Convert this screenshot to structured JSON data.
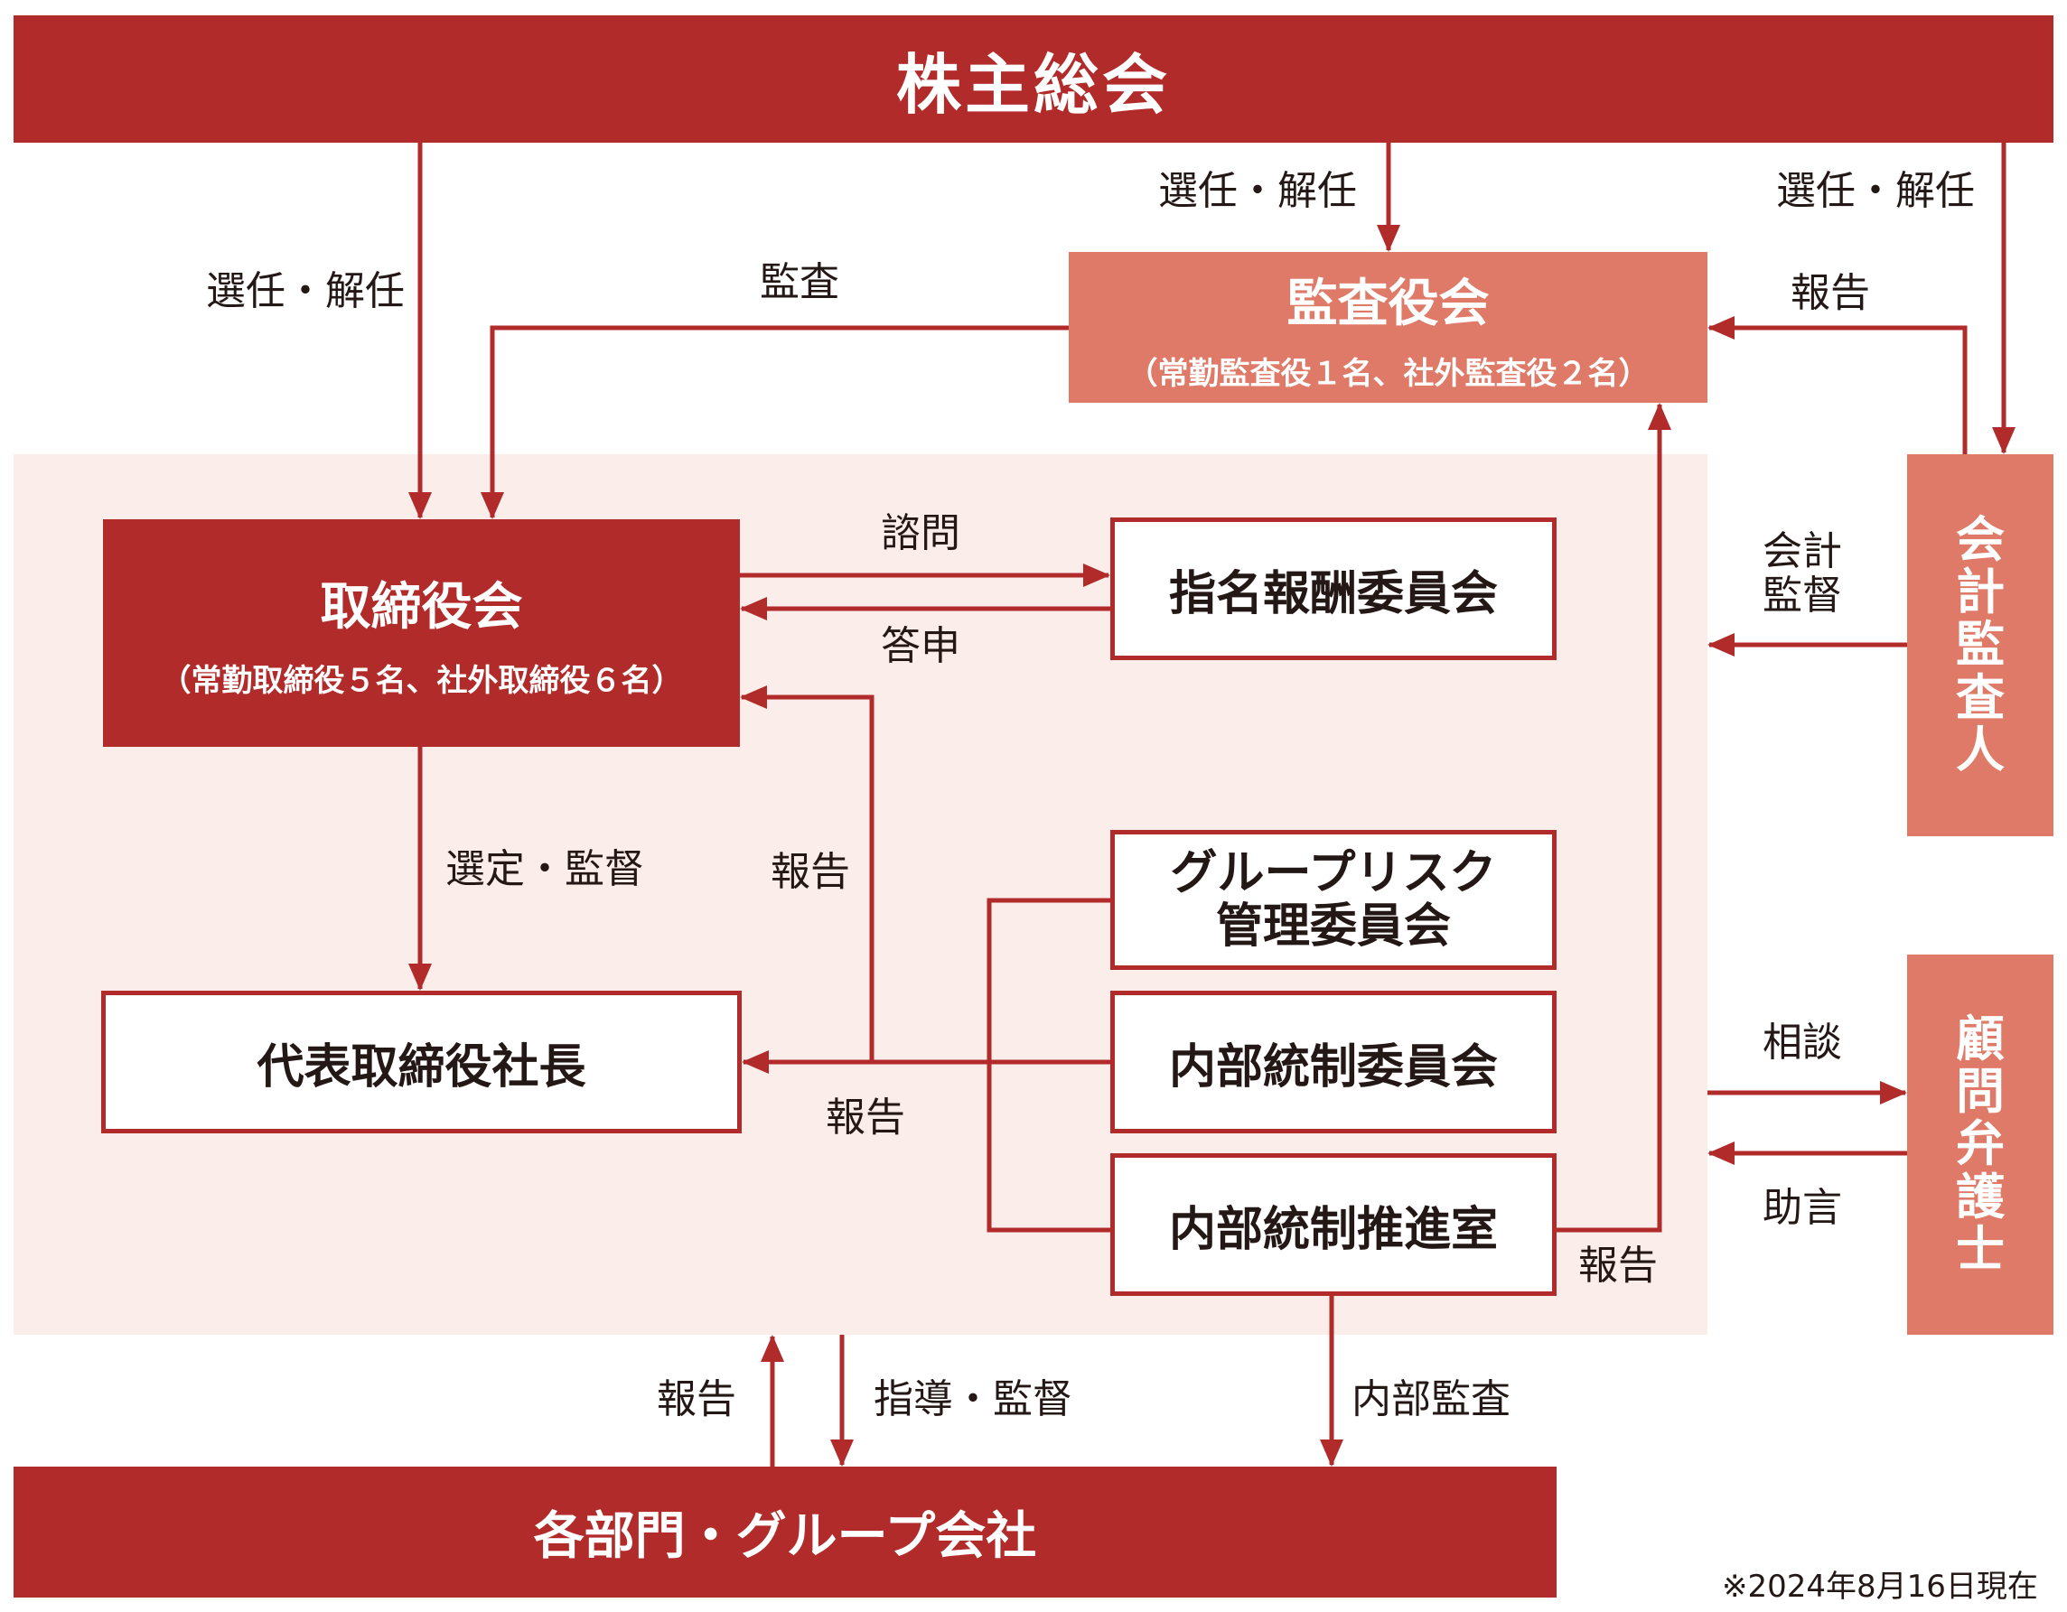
{
  "boxes": {
    "shareholders": "株主総会",
    "audit_board_title": "監査役会",
    "audit_board_sub": "（常勤監査役１名、社外監査役２名）",
    "board_title": "取締役会",
    "board_sub": "（常勤取締役５名、社外取締役６名）",
    "nomination": "指名報酬委員会",
    "risk_line1": "グループリスク",
    "risk_line2": "管理委員会",
    "president": "代表取締役社長",
    "internal_control": "内部統制委員会",
    "internal_office": "内部統制推進室",
    "accounting_auditor": [
      "会",
      "計",
      "監",
      "査",
      "人"
    ],
    "legal_advisor": [
      "顧",
      "問",
      "弁",
      "護",
      "士"
    ],
    "departments": "各部門・グループ会社"
  },
  "labels": {
    "elect_left": "選任・解任",
    "elect_center": "選任・解任",
    "elect_right": "選任・解任",
    "audit": "監査",
    "report_auditor": "報告",
    "consult": "諮問",
    "answer": "答申",
    "accounting_1": "会計",
    "accounting_2": "監督",
    "select_supervise": "選定・監督",
    "report_board": "報告",
    "report_president": "報告",
    "report_office": "報告",
    "consultation": "相談",
    "advice": "助言",
    "report_dept": "報告",
    "guidance": "指導・監督",
    "internal_audit": "内部監査"
  },
  "footnote": "※2024年8月16日現在",
  "colors": {
    "dark_red": "#b22b2b",
    "salmon": "#de7a67",
    "pink_bg": "#fbedea"
  }
}
